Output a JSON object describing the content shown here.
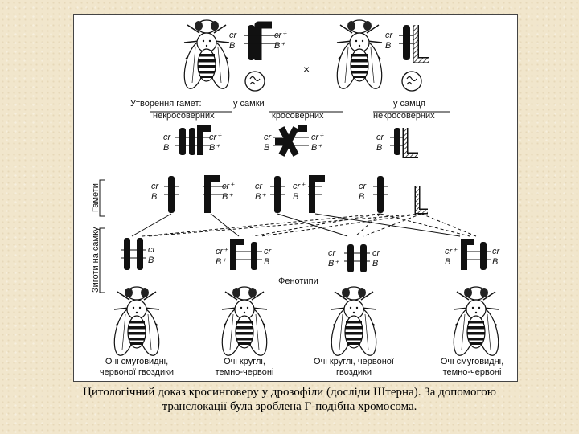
{
  "labels": {
    "formation": "Утворення гамет:",
    "female": "у самки",
    "noncross_left": "некросоверних",
    "crossover": "кросоверних",
    "male": "у самця",
    "noncross_right": "некросоверних",
    "phenotypes": "Фенотипи",
    "cross_sign": "×",
    "gametes_side": "Гамети",
    "zygotes_side": "Зиготи на самку"
  },
  "genes": {
    "cr_plus": "cr⁺",
    "b_plus": "B⁺",
    "cr": "cr",
    "b": "B"
  },
  "phenotypes": [
    {
      "line1": "Очі смуговидні,",
      "line2": "червоної гвоздики"
    },
    {
      "line1": "Очі круглі,",
      "line2": "темно-червоні"
    },
    {
      "line1": "Очі круглі, червоної",
      "line2": "гвоздики"
    },
    {
      "line1": "Очі смуговидні,",
      "line2": "темно-червоні"
    }
  ],
  "caption": {
    "line1": "Цитологічний доказ кросинговеру у дрозофіли (досліди Штерна). За допомогою",
    "line2": "транслокації була зроблена Г-подібна хромосома."
  }
}
